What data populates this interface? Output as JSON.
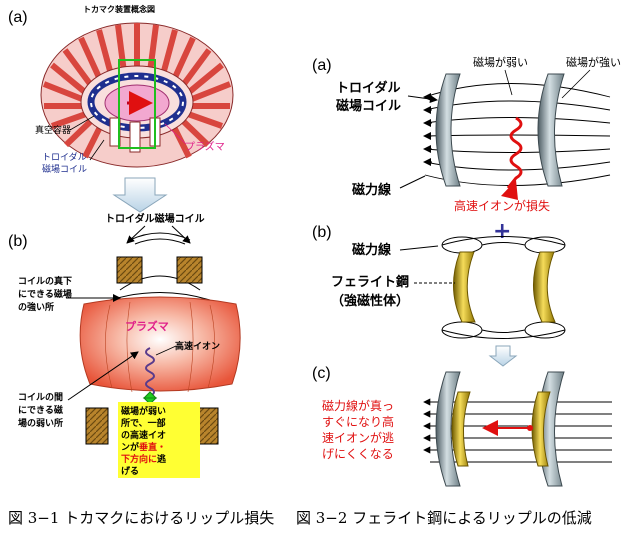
{
  "figure1": {
    "panel_a": "(a)",
    "panel_b": "(b)",
    "tokamak_title": "トカマク装置概念図",
    "vacuum_vessel": "真空容器",
    "toroidal_coil_line1": "トロイダル",
    "toroidal_coil_line2": "磁場コイル",
    "plasma_a": "プラズマ",
    "toroidal_coil_b": "トロイダル磁場コイル",
    "strong_line1": "コイルの真下",
    "strong_line2": "にできる磁場",
    "strong_line3": "の強い所",
    "plasma_b": "プラズマ",
    "fast_ion": "高速イオン",
    "weak_line1": "コイルの間",
    "weak_line2": "にできる磁",
    "weak_line3": "場の弱い所",
    "note_line1": "磁場が弱い",
    "note_line2": "所で、一部",
    "note_line3": "の高速イオ",
    "note_line4_pre": "ンが",
    "note_line4_red": "垂直・",
    "note_line5_red": "下方向に",
    "note_line5_post": "逃",
    "note_line6": "げる",
    "caption": "図 3−1 トカマクにおけるリップル損失"
  },
  "figure2": {
    "panel_a": "(a)",
    "panel_b": "(b)",
    "panel_c": "(c)",
    "weak_field": "磁場が弱い",
    "strong_field": "磁場が強い",
    "toroidal_line1": "トロイダル",
    "toroidal_line2": "磁場コイル",
    "field_line_a": "磁力線",
    "ion_loss": "高速イオンが損失",
    "field_line_b": "磁力線",
    "ferrite_line1": "フェライト鋼",
    "ferrite_line2": "（強磁性体）",
    "plus": "+",
    "c_line1": "磁力線が真っ",
    "c_line2": "すぐになり高",
    "c_line3": "速イオンが逃",
    "c_line4": "げにくくなる",
    "caption": "図 3−2 フェライト鋼によるリップルの低減"
  },
  "colors": {
    "coil_red": "#e5574f",
    "coil_pink": "#f4b7b6",
    "plasma_pink": "#f2a8a0",
    "plasma_orange": "#ee6540",
    "coil_gold": "#c8a400",
    "coil_gray": "#8a9ba3",
    "note_yellow": "#ffff33",
    "arrow_red": "#e01010",
    "plus_blue": "#333399",
    "arrow_light": "#dbe9f3"
  }
}
